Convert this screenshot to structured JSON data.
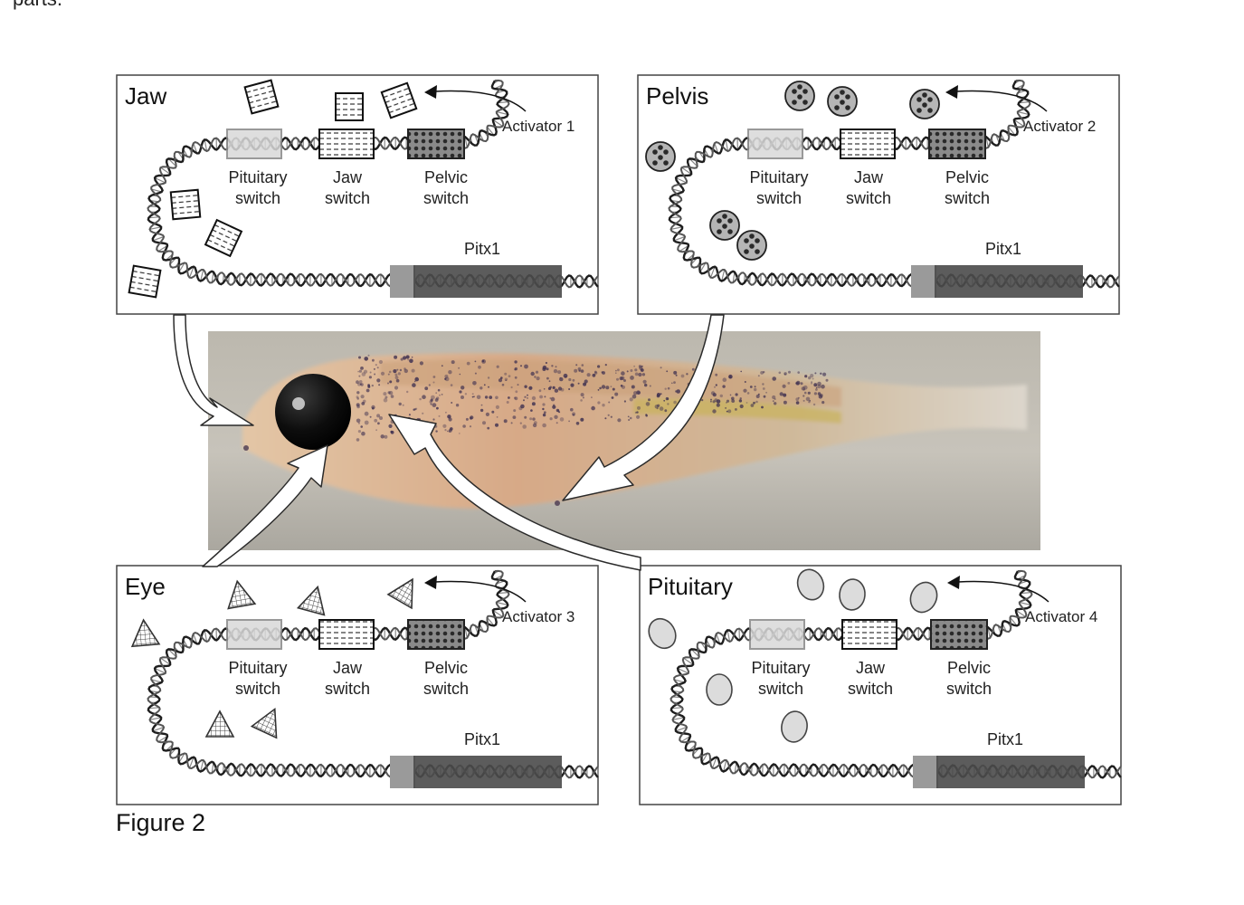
{
  "top_text": "parts.",
  "caption": "Figure 2",
  "panels": [
    {
      "title": "Jaw",
      "activator": "Activator 1",
      "gene": "Pitx1",
      "switches": [
        {
          "line1": "Pituitary",
          "line2": "switch"
        },
        {
          "line1": "Jaw",
          "line2": "switch"
        },
        {
          "line1": "Pelvic",
          "line2": "switch"
        }
      ]
    },
    {
      "title": "Pelvis",
      "activator": "Activator 2",
      "gene": "Pitx1",
      "switches": [
        {
          "line1": "Pituitary",
          "line2": "switch"
        },
        {
          "line1": "Jaw",
          "line2": "switch"
        },
        {
          "line1": "Pelvic",
          "line2": "switch"
        }
      ]
    },
    {
      "title": "Eye",
      "activator": "Activator 3",
      "gene": "Pitx1",
      "switches": [
        {
          "line1": "Pituitary",
          "line2": "switch"
        },
        {
          "line1": "Jaw",
          "line2": "switch"
        },
        {
          "line1": "Pelvic",
          "line2": "switch"
        }
      ]
    },
    {
      "title": "Pituitary",
      "activator": "Activator 4",
      "gene": "Pitx1",
      "switches": [
        {
          "line1": "Pituitary",
          "line2": "switch"
        },
        {
          "line1": "Jaw",
          "line2": "switch"
        },
        {
          "line1": "Pelvic",
          "line2": "switch"
        }
      ]
    }
  ]
}
